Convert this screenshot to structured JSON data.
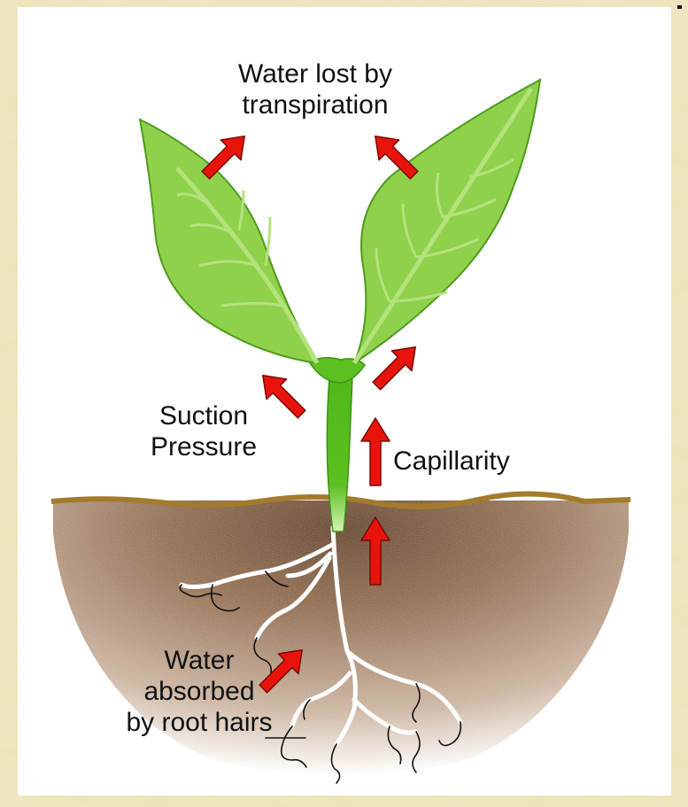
{
  "labels": {
    "transpiration_line1": "Water lost by",
    "transpiration_line2": "transpiration",
    "suction_line1": "Suction",
    "suction_line2": "Pressure",
    "capillarity": "Capillarity",
    "absorbed_line1": "Water",
    "absorbed_line2": "absorbed",
    "absorbed_line3": "by root hairs"
  },
  "colors": {
    "background_parchment": "#ece2b8",
    "panel": "#ffffff",
    "leaf_green": "#8fd14a",
    "leaf_dark": "#4f9b1f",
    "stem_green": "#5bbf1a",
    "soil_brown": "#8a6a4a",
    "soil_line": "#a37b2c",
    "arrow_red": "#e8140c",
    "root_white": "#ffffff"
  },
  "icons": {
    "arrow": "red-arrow-icon",
    "plant": "plant-seedling-icon"
  }
}
